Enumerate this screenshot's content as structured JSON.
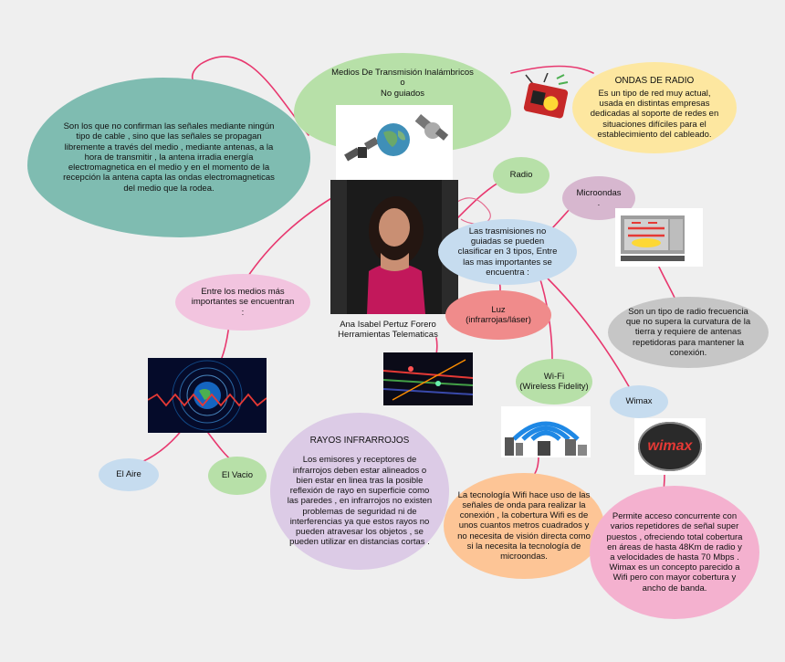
{
  "nodes": {
    "center_title": [
      "Medios De Transmisión Inalámbricos",
      "o",
      "No guiados"
    ],
    "definition": "Son los que no confirman las señales mediante ningún tipo de cable , sino que las señales se propagan libremente a través del medio , mediante antenas, a la hora de transmitir , la antena irradia energía electromagnetica en el medio y en el momento de la recepción la antena capta las ondas electromagneticas del medio que la rodea.",
    "ondas_title": "ONDAS DE RADIO",
    "ondas_text": "Es un tipo de red muy actual, usada en distintas empresas dedicadas al soporte de redes en situaciones difíciles para el establecimiento del cableado.",
    "radio": "Radio",
    "microondas": "Microondas\n.",
    "clasificacion": "Las trasmisiones no guiadas se pueden clasificar en 3 tipos, Entre las mas importantes se encuentra :",
    "micro_text": "Son un tipo de radio frecuencia que no supera la curvatura de la tierra y requiere de antenas repetidoras para mantener la conexión.",
    "luz": "Luz\n(infrarrojas/láser)",
    "wifi": "Wi-Fi\n(Wireless Fidelity)",
    "wimax": "Wimax",
    "medios": "Entre los medios más importantes se encuentran :",
    "aire": "El Aire",
    "vacio": "El Vacio",
    "rayos_title": "RAYOS  INFRARROJOS",
    "rayos_text": "Los emisores y receptores de infrarrojos deben estar alineados o bien estar en linea tras la posible reflexión de rayo en superficie como las paredes , en infrarrojos no existen problemas de seguridad ni de interferencias ya que estos rayos no pueden atravesar los objetos , se pueden utilizar en distancias cortas .",
    "wifi_text": "La tecnología Wifi hace uso de las señales de onda para realizar la conexión , la cobertura Wifi es de unos cuantos metros cuadrados y no necesita de visión directa como si la necesita la tecnología de microondas.",
    "wimax_text": "Permite acceso concurrente con varios repetidores  de señal super puestos , ofreciendo total cobertura en áreas de hasta 48Km de radio y a velocidades de hasta 70 Mbps .\nWimax es un concepto parecido a Wifi pero con mayor cobertura y ancho de banda.",
    "author": [
      "Ana Isabel Pertuz Forero",
      "Herramientas Telematicas"
    ],
    "wimax_logo": "wimax"
  },
  "colors": {
    "connector": "#e8386f",
    "connector_secondary": "#e46a8e"
  }
}
